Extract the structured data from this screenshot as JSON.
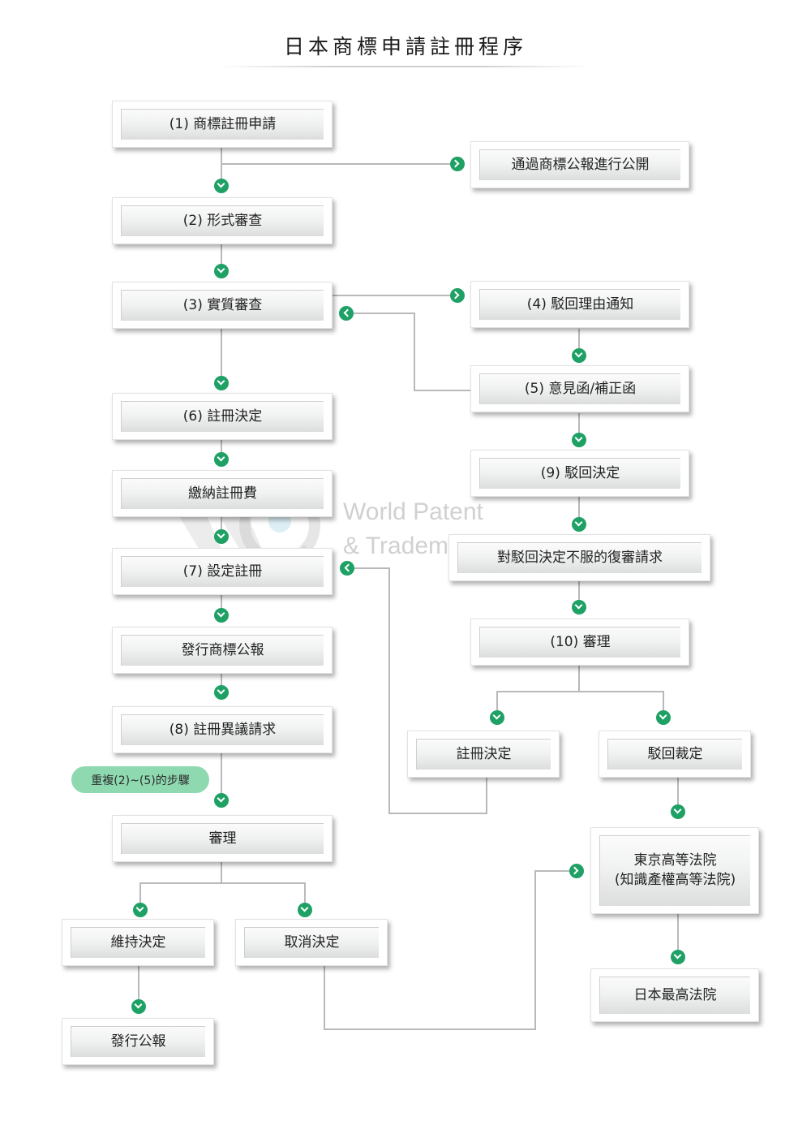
{
  "title": "日本商標申請註冊程序",
  "watermark": {
    "line1": "World Patent",
    "line2": "& Trademark Law Office"
  },
  "note": "重複(2)~(5)的步驟",
  "boxes": {
    "b1": "(1) 商標註冊申請",
    "pub": "通過商標公報進行公開",
    "b2": "(2) 形式審查",
    "b3": "(3) 實質審查",
    "b4": "(4) 駁回理由通知",
    "b5": "(5) 意見函/補正函",
    "b6": "(6) 註冊決定",
    "fee": "繳納註冊費",
    "b9": "(9) 駁回決定",
    "appeal": "對駁回決定不服的復審請求",
    "b7": "(7) 設定註冊",
    "gazette": "發行商標公報",
    "b10": "(10) 審理",
    "b8": "(8) 註冊異議請求",
    "reg": "註冊決定",
    "rej": "駁回裁定",
    "trial": "審理",
    "tokyo": "東京高等法院\n(知識產權高等法院)",
    "maintain": "維持決定",
    "cancel": "取消決定",
    "supreme": "日本最高法院",
    "issue": "發行公報"
  },
  "colors": {
    "arrow": "#1fa165",
    "note_bg": "#8fd9b1",
    "line": "#b9b9b9"
  }
}
